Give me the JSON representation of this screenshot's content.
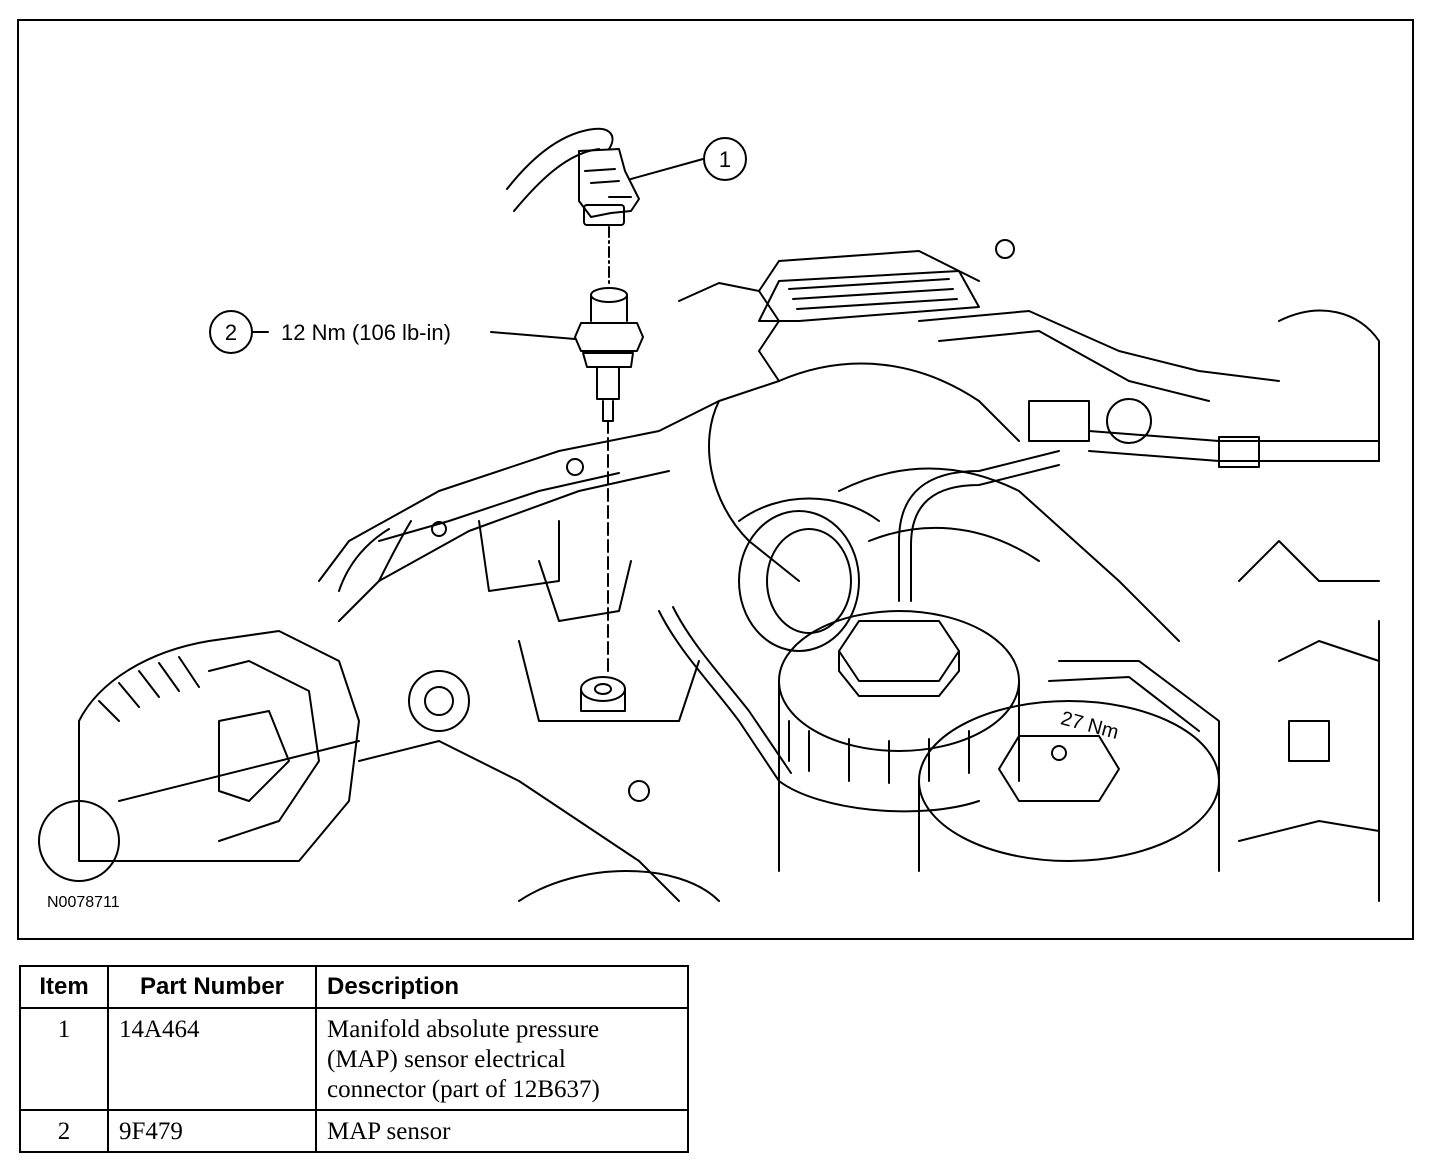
{
  "figure": {
    "id": "N0078711",
    "callouts": [
      {
        "number": "1",
        "label": ""
      },
      {
        "number": "2",
        "label": "12 Nm (106 lb-in)"
      }
    ],
    "engraved_torque": "27 Nm"
  },
  "table": {
    "headers": {
      "item": "Item",
      "part_number": "Part Number",
      "description": "Description"
    },
    "rows": [
      {
        "item": "1",
        "part_number": "14A464",
        "description_lines": [
          "Manifold absolute pressure",
          "(MAP) sensor electrical",
          "connector (part of 12B637)"
        ]
      },
      {
        "item": "2",
        "part_number": "9F479",
        "description_lines": [
          "MAP sensor"
        ]
      }
    ]
  }
}
